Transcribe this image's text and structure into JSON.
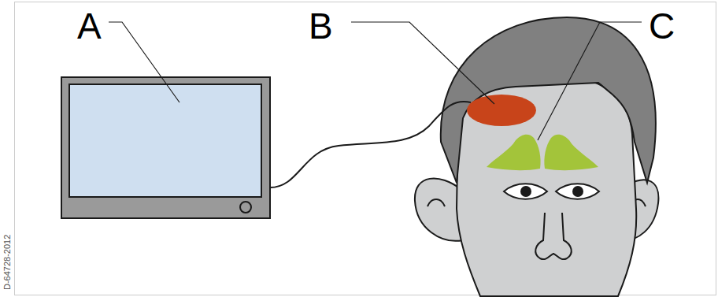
{
  "diagram": {
    "labels": [
      "A",
      "B",
      "C",
      "D-64728-2012"
    ]
  }
}
